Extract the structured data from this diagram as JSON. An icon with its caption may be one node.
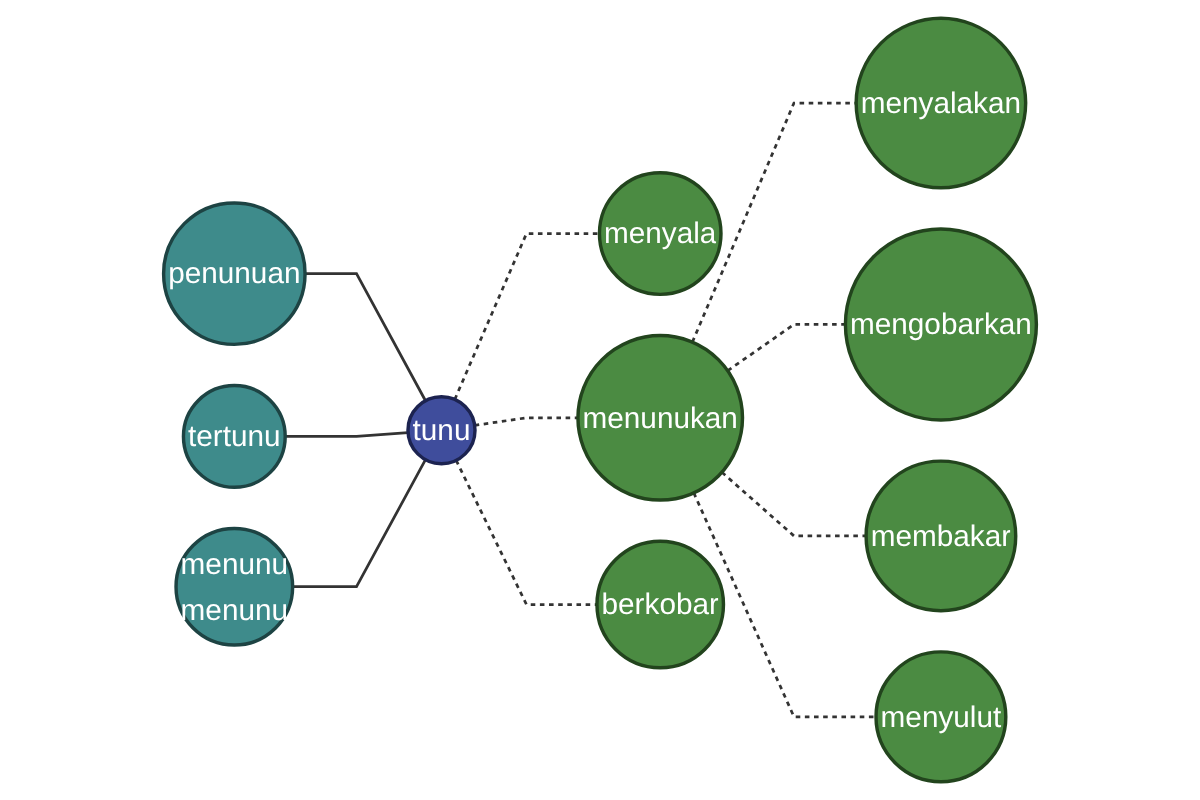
{
  "diagram": {
    "nodes": [
      {
        "text": [
          "menyalakan"
        ]
      },
      {
        "text": [
          "mengobarkan"
        ]
      },
      {
        "text": [
          "menyala"
        ]
      },
      {
        "text": [
          "penunuan"
        ]
      },
      {
        "text": [
          "menunukan"
        ]
      },
      {
        "text": [
          "membakar"
        ]
      },
      {
        "text": [
          "tunu"
        ]
      },
      {
        "text": [
          "tertunu"
        ]
      },
      {
        "text": [
          "menyulut"
        ]
      },
      {
        "text": [
          "menunu",
          "menunu"
        ]
      },
      {
        "text": [
          "berkobar"
        ]
      }
    ],
    "edges": [
      {
        "from": 3,
        "to": 6,
        "arrow": "none"
      },
      {
        "from": 7,
        "to": 6,
        "arrow": "none"
      },
      {
        "from": 9,
        "to": 6,
        "arrow": "none"
      },
      {
        "from": 6,
        "to": 2,
        "arrow": "none",
        "style": "dashed"
      },
      {
        "from": 6,
        "to": 4,
        "arrow": "none",
        "style": "dashed"
      },
      {
        "from": 6,
        "to": 10,
        "arrow": "none",
        "style": "dashed"
      },
      {
        "from": 4,
        "to": 0,
        "arrow": "none",
        "style": "dashed"
      },
      {
        "from": 4,
        "to": 1,
        "arrow": "none",
        "style": "dashed"
      },
      {
        "from": 4,
        "to": 5,
        "arrow": "none",
        "style": "dashed"
      },
      {
        "from": 4,
        "to": 8,
        "arrow": "none",
        "style": "dashed"
      }
    ]
  }
}
